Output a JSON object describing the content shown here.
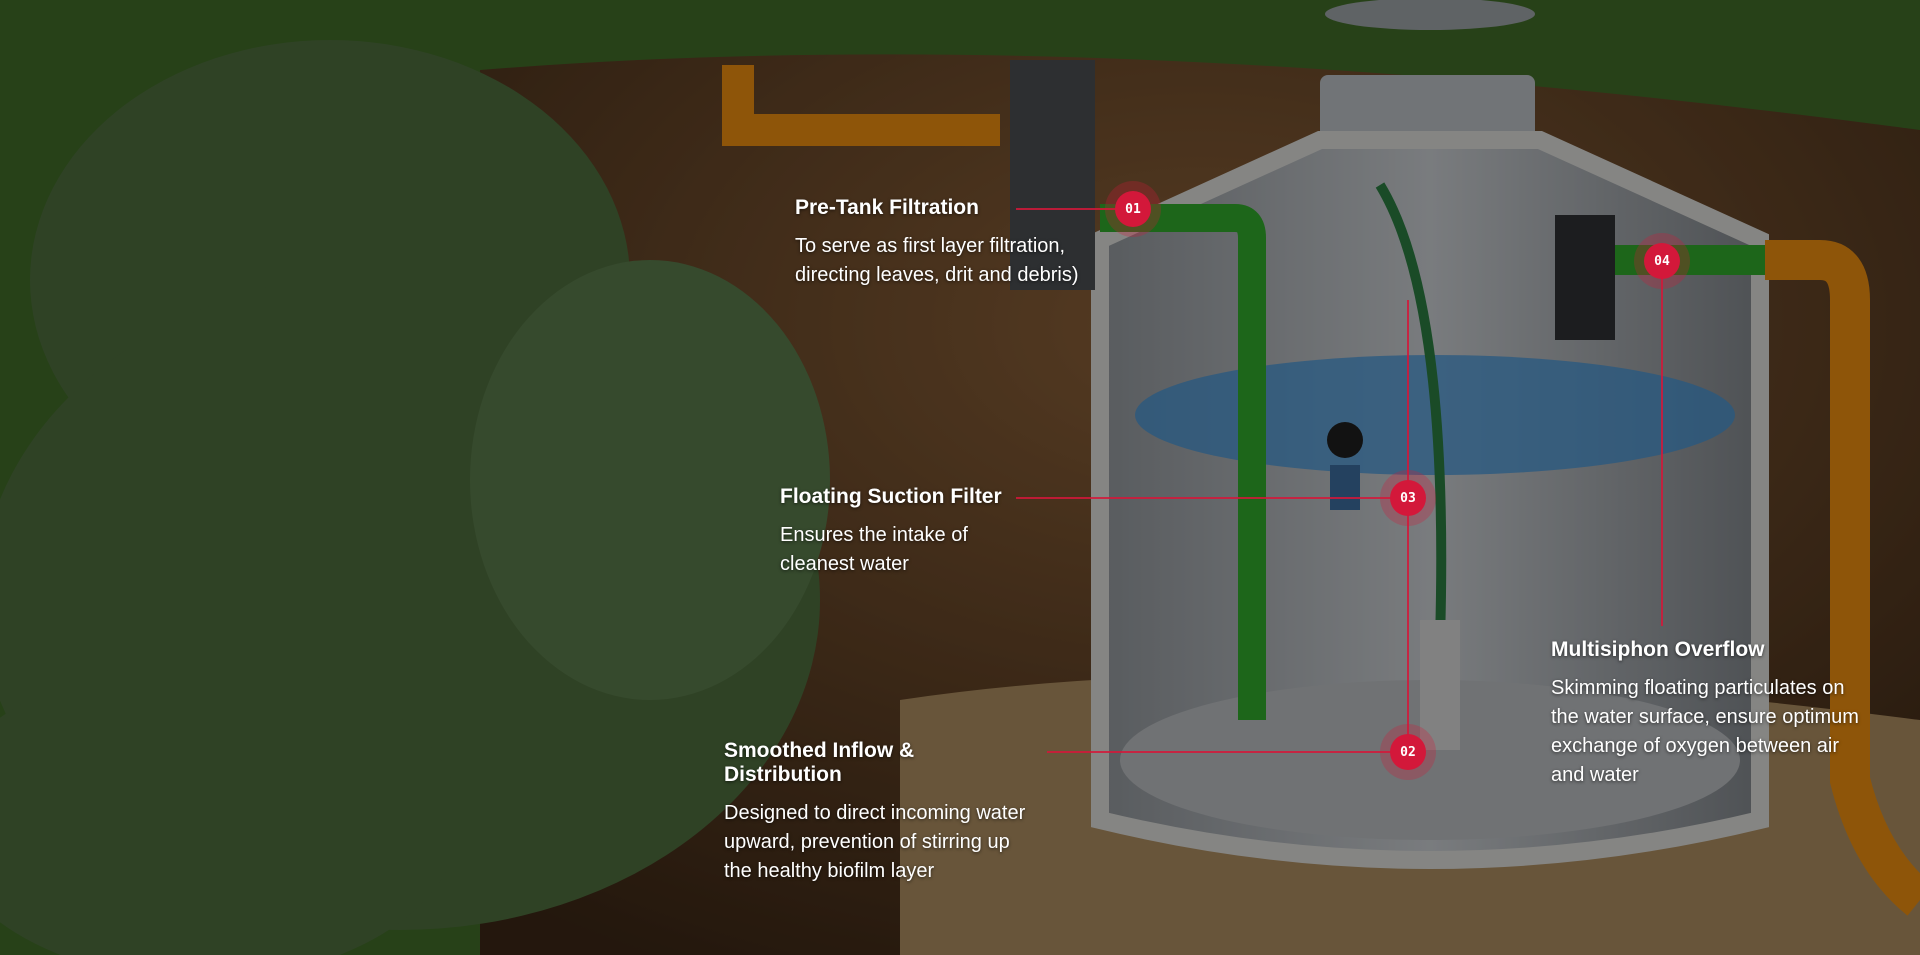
{
  "hotspots": [
    {
      "number": "01",
      "title": "Pre-Tank Filtration",
      "description": "To serve as first layer filtration, directing leaves, drit and debris)"
    },
    {
      "number": "02",
      "title": "Smoothed Inflow & Distribution",
      "description": "Designed to direct incoming water upward, prevention of stirring up the healthy biofilm layer"
    },
    {
      "number": "03",
      "title": "Floating Suction Filter",
      "description": "Ensures the intake of cleanest water"
    },
    {
      "number": "04",
      "title": "Multisiphon Overflow",
      "description": "Skimming floating particulates on the water surface, ensure optimum exchange of oxygen between air and water"
    }
  ],
  "colors": {
    "accent": "#d3183a",
    "pipe_green": "#2fa52a",
    "pipe_orange": "#e58a10",
    "water": "#3f8fd0"
  }
}
